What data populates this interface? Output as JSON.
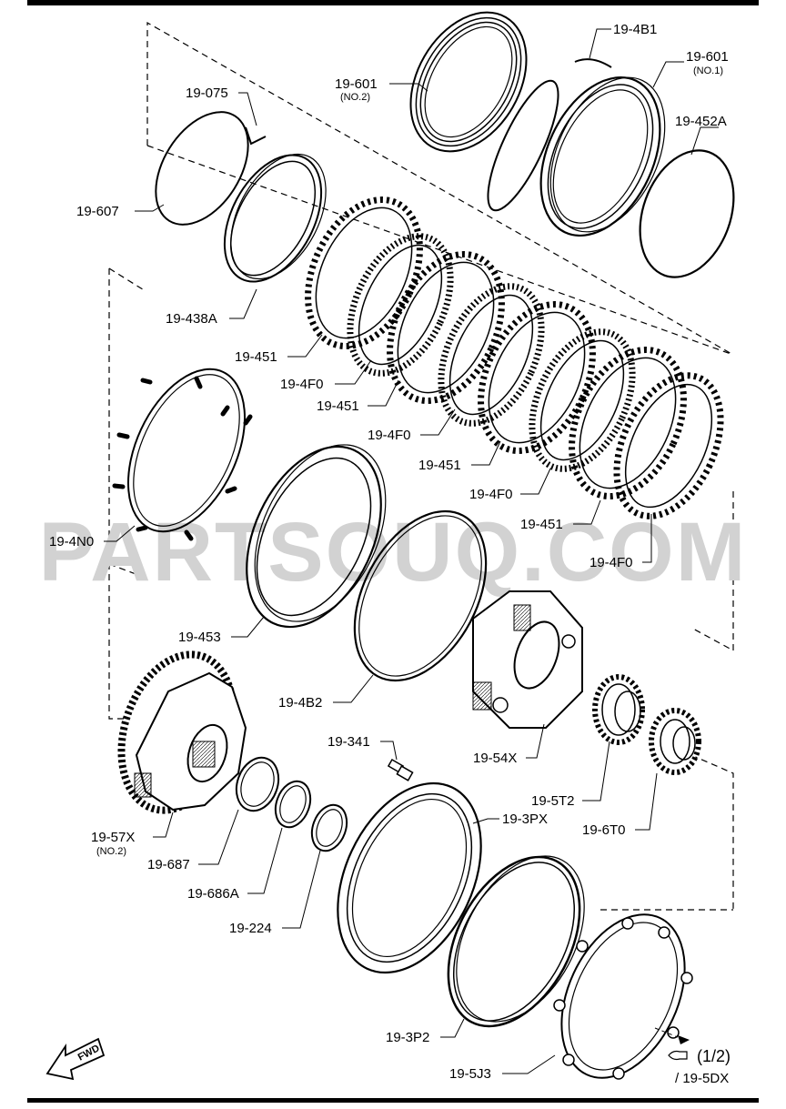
{
  "watermark": "PARTSOUQ.COM",
  "labels": {
    "p19_601_no2": "19-601",
    "p19_601_no2_sub": "(NO.2)",
    "p19_4b1": "19-4B1",
    "p19_601_no1": "19-601",
    "p19_601_no1_sub": "(NO.1)",
    "p19_452a": "19-452A",
    "p19_075": "19-075",
    "p19_607": "19-607",
    "p19_438a": "19-438A",
    "p19_451_a": "19-451",
    "p19_4f0_a": "19-4F0",
    "p19_451_b": "19-451",
    "p19_4f0_b": "19-4F0",
    "p19_451_c": "19-451",
    "p19_4f0_c": "19-4F0",
    "p19_451_d": "19-451",
    "p19_4f0_d": "19-4F0",
    "p19_4n0": "19-4N0",
    "p19_453": "19-453",
    "p19_4b2": "19-4B2",
    "p19_341": "19-341",
    "p19_54x": "19-54X",
    "p19_5t2": "19-5T2",
    "p19_3px": "19-3PX",
    "p19_6t0": "19-6T0",
    "p19_57x": "19-57X",
    "p19_57x_sub": "(NO.2)",
    "p19_687": "19-687",
    "p19_686a": "19-686A",
    "p19_224": "19-224",
    "p19_3p2": "19-3P2",
    "p19_5j3": "19-5J3",
    "ref_page": "(1/2)",
    "ref_part": "/ 19-5DX",
    "fwd": "FWD"
  }
}
